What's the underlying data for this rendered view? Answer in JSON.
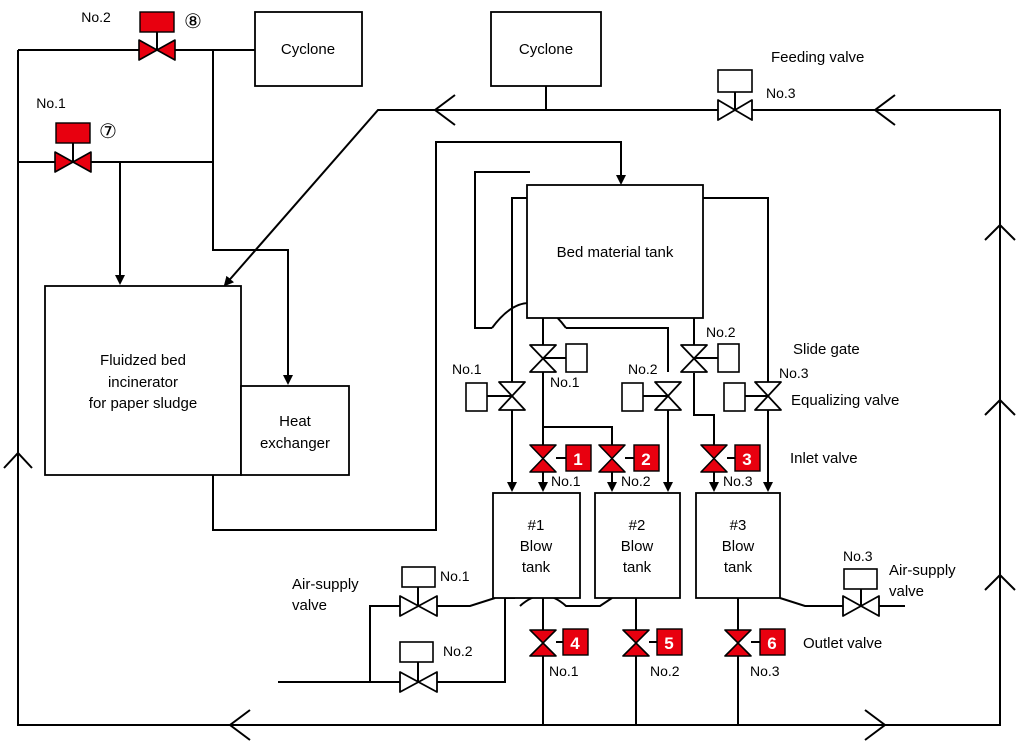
{
  "equipment": {
    "cyclone_left": "Cyclone",
    "cyclone_right": "Cyclone",
    "incinerator": [
      "Fluidzed bed",
      "incinerator",
      "for paper sludge"
    ],
    "heat_exchanger": [
      "Heat",
      "exchanger"
    ],
    "bed_material_tank": "Bed material tank",
    "blow_tank_1": [
      "#1",
      "Blow",
      "tank"
    ],
    "blow_tank_2": [
      "#2",
      "Blow",
      "tank"
    ],
    "blow_tank_3": [
      "#3",
      "Blow",
      "tank"
    ]
  },
  "labels": {
    "feeding_valve": "Feeding valve",
    "slide_gate": "Slide gate",
    "equalizing_valve": "Equalizing valve",
    "inlet_valve": "Inlet valve",
    "outlet_valve": "Outlet valve",
    "air_supply_left": [
      "Air-supply",
      "valve"
    ],
    "air_supply_right": [
      "Air-supply",
      "valve"
    ]
  },
  "valve_numbers": {
    "top_no2": "No.2",
    "top_no1": "No.1",
    "feed_no3": "No.3",
    "slide_no1": "No.1",
    "slide_no2": "No.2",
    "slide_no3": "No.3",
    "eq_no1": "No.1",
    "eq_no2": "No.2",
    "inlet_no1": "No.1",
    "inlet_no2": "No.2",
    "inlet_no3": "No.3",
    "air_no1": "No.1",
    "air_no2": "No.2",
    "air_no3": "No.3",
    "outlet_no1": "No.1",
    "outlet_no2": "No.2",
    "outlet_no3": "No.3"
  },
  "markers": {
    "m1": "1",
    "m2": "2",
    "m3": "3",
    "m4": "4",
    "m5": "5",
    "m6": "6",
    "m7": "⑦",
    "m8": "⑧"
  },
  "colors": {
    "highlight_valve": "#e8000f",
    "line": "#000000"
  }
}
